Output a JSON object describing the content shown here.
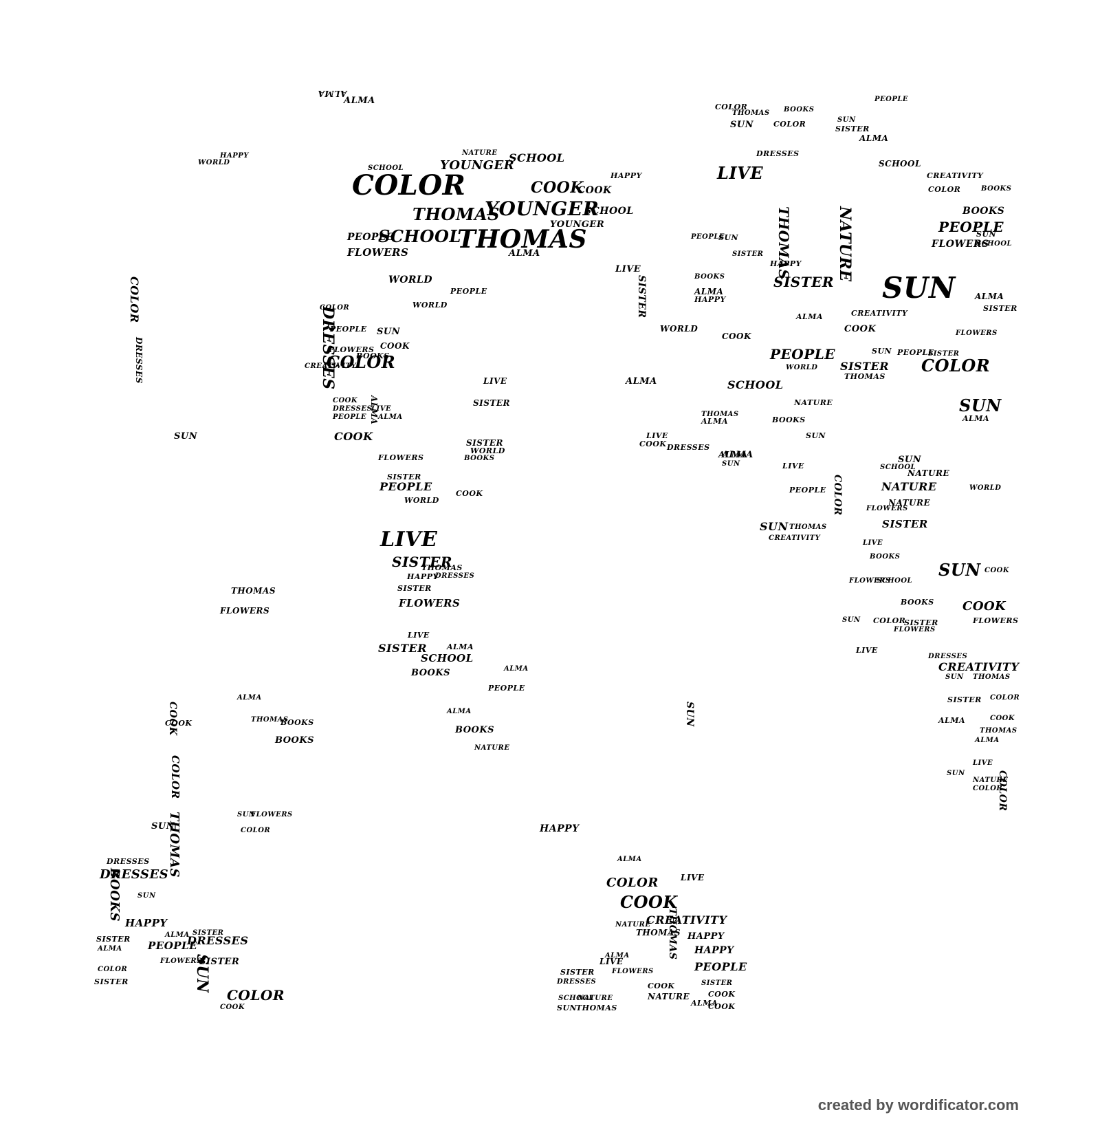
{
  "vocabulary": [
    "COLOR",
    "YOUNGER",
    "THOMAS",
    "SCHOOL",
    "SUN",
    "NATURE",
    "PEOPLE",
    "SISTER",
    "LIVE",
    "DRESSES",
    "COOK",
    "CREATIVITY",
    "FLOWERS",
    "BOOKS",
    "HAPPY",
    "ALMA",
    "WORLD"
  ],
  "credit": "created by wordificator.com",
  "colors": {
    "text": "#000000",
    "background": "#ffffff",
    "credit": "#555555"
  }
}
